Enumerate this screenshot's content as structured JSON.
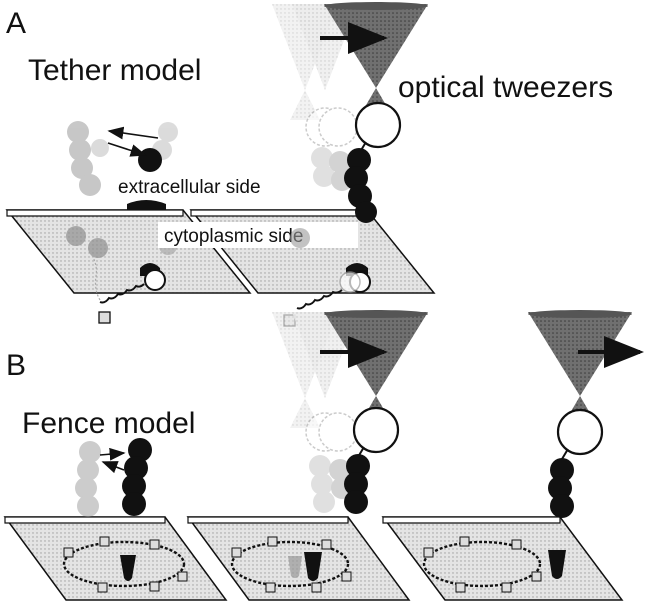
{
  "panel_a": {
    "letter": "A",
    "title": "Tether model",
    "tool_label": "optical tweezers",
    "side_top": "extracellular side",
    "side_bottom": "cytoplasmic side"
  },
  "panel_b": {
    "letter": "B",
    "title": "Fence model"
  },
  "colors": {
    "membrane_fill": "#d9d9d9",
    "cone_dark": "#6b6b6b",
    "cone_light": "#c8c8c8",
    "molecule_black": "#111111",
    "molecule_gray": "#9a9a9a",
    "molecule_light": "#cfcfcf"
  }
}
